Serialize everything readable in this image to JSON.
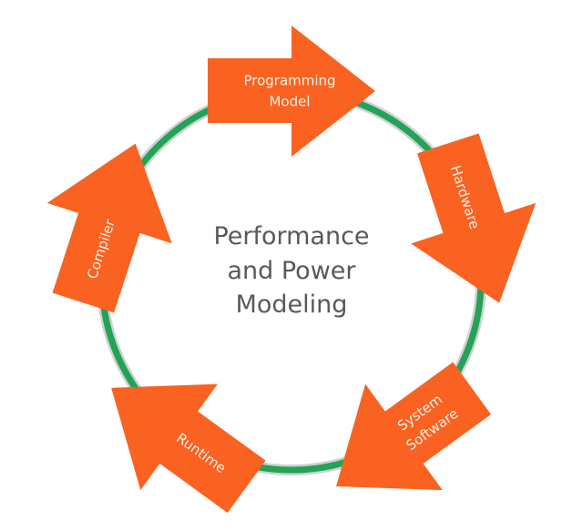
{
  "diagram": {
    "title_lines": [
      "Performance",
      "and Power",
      "Modeling"
    ],
    "colors": {
      "arrow": "#f96220",
      "ring": "#22a356",
      "ring_outline": "#d0d0d0",
      "center_text": "#595959",
      "label_text": "#fdf1e8"
    },
    "cycle_direction": "clockwise",
    "steps": [
      {
        "name": "programming-model",
        "label_lines": [
          "Programming",
          "Model"
        ]
      },
      {
        "name": "hardware",
        "label_lines": [
          "Hardware"
        ]
      },
      {
        "name": "system-software",
        "label_lines": [
          "System",
          "Software"
        ]
      },
      {
        "name": "runtime",
        "label_lines": [
          "Runtime"
        ]
      },
      {
        "name": "compiler",
        "label_lines": [
          "Compiler"
        ]
      }
    ]
  }
}
